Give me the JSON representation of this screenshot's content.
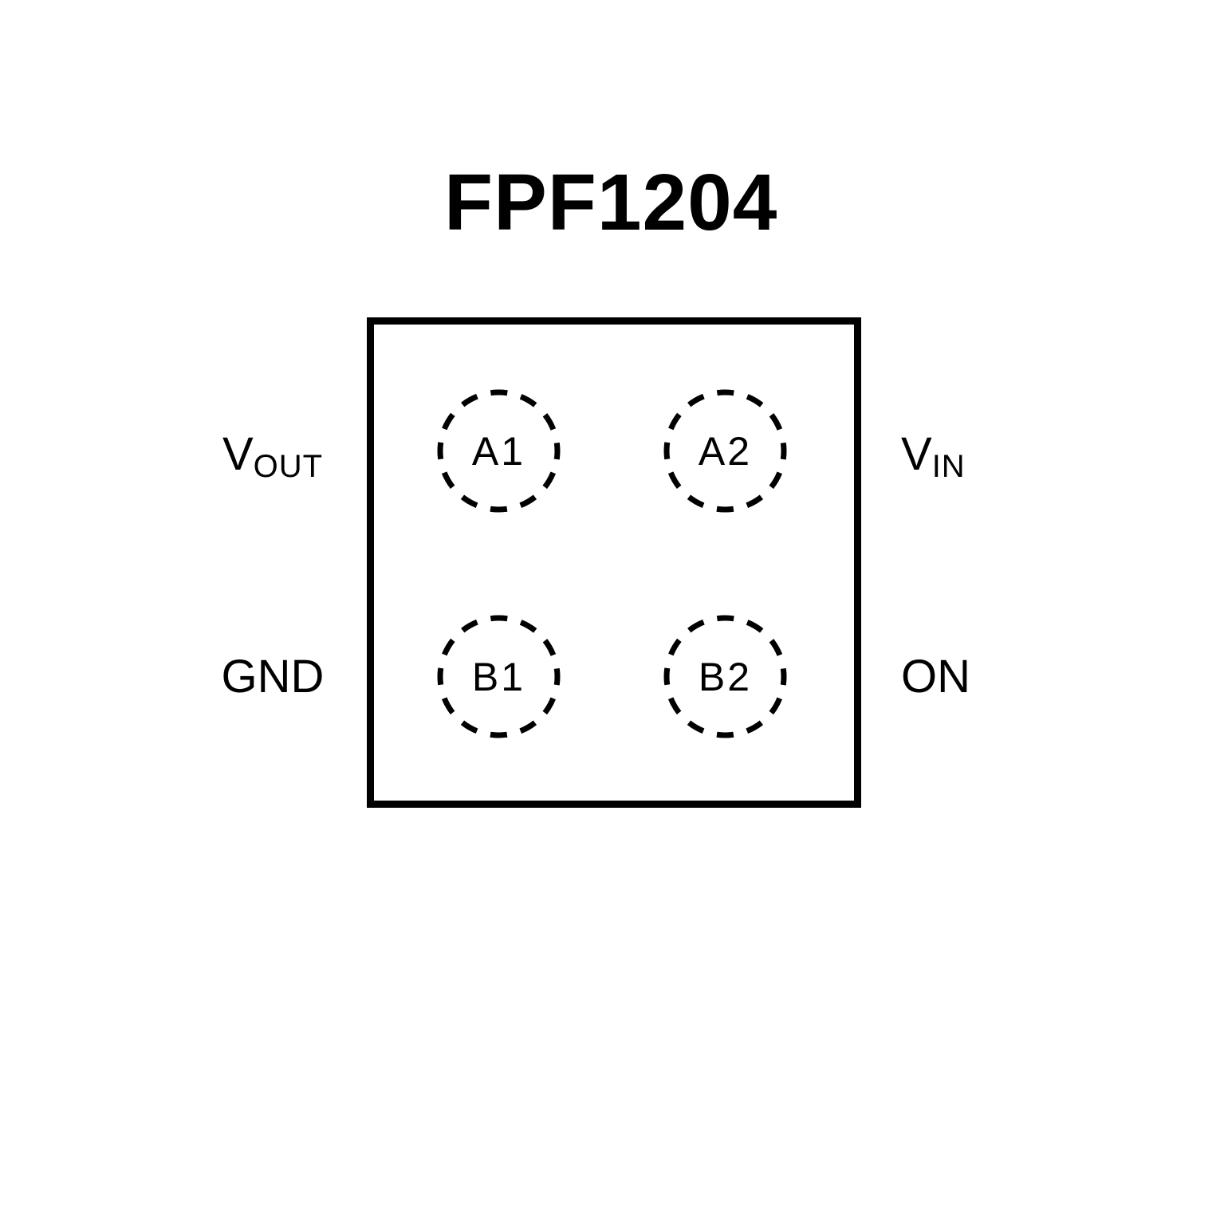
{
  "title": "FPF1204",
  "diagram": {
    "pads": [
      {
        "label": "A1"
      },
      {
        "label": "A2"
      },
      {
        "label": "B1"
      },
      {
        "label": "B2"
      }
    ],
    "pins": {
      "vout": {
        "main": "V",
        "sub": "OUT"
      },
      "gnd": {
        "main": "GND"
      },
      "vin": {
        "main": "V",
        "sub": "IN"
      },
      "on": {
        "main": "ON"
      }
    }
  },
  "colors": {
    "line": "#000000",
    "background": "#ffffff",
    "text": "#000000"
  }
}
